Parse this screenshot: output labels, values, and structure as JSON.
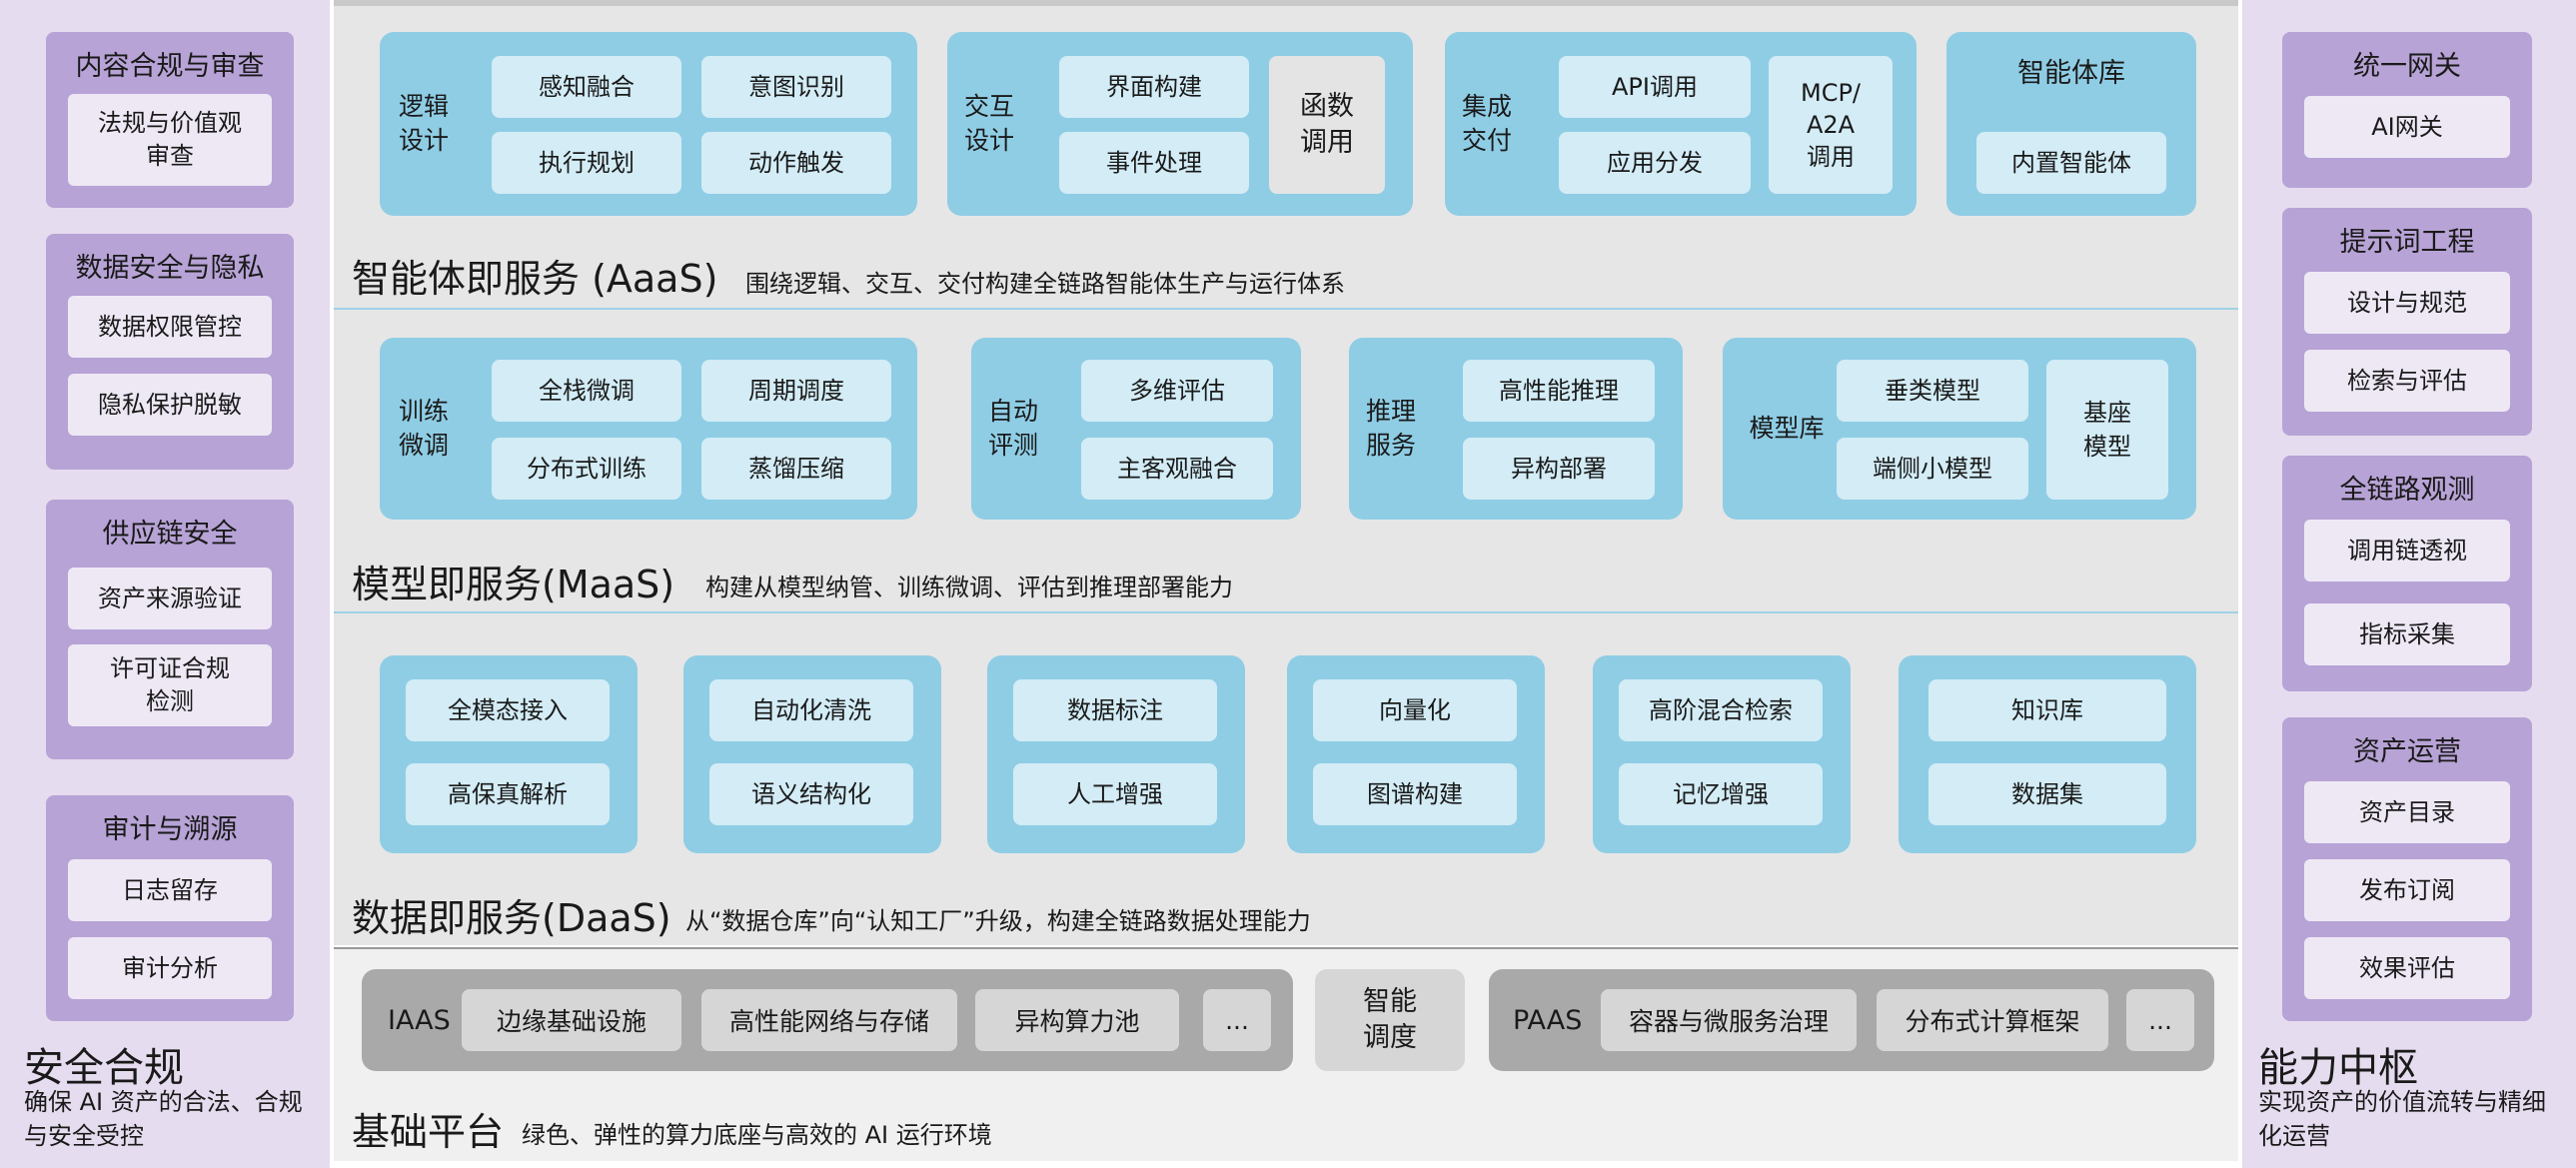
{
  "left": {
    "groups": [
      {
        "title": "内容合规与审查",
        "items": [
          "法规与价值观\n审查"
        ]
      },
      {
        "title": "数据安全与隐私",
        "items": [
          "数据权限管控",
          "隐私保护脱敏"
        ]
      },
      {
        "title": "供应链安全",
        "items": [
          "资产来源验证",
          "许可证合规\n检测"
        ]
      },
      {
        "title": "审计与溯源",
        "items": [
          "日志留存",
          "审计分析"
        ]
      }
    ],
    "footer_title": "安全合规",
    "footer_desc": "确保 AI 资产的合法、合规与安全受控"
  },
  "right": {
    "groups": [
      {
        "title": "统一网关",
        "items": [
          "AI网关"
        ]
      },
      {
        "title": "提示词工程",
        "items": [
          "设计与规范",
          "检索与评估"
        ]
      },
      {
        "title": "全链路观测",
        "items": [
          "调用链透视",
          "指标采集"
        ]
      },
      {
        "title": "资产运营",
        "items": [
          "资产目录",
          "发布订阅",
          "效果评估"
        ]
      }
    ],
    "footer_title": "能力中枢",
    "footer_desc": "实现资产的价值流转与精细化运营"
  },
  "aaas": {
    "title": "智能体即服务 (AaaS)",
    "desc": "围绕逻辑、交互、交付构建全链路智能体生产与运行体系",
    "blocks": [
      {
        "label": "逻辑\n设计",
        "items": [
          "感知融合",
          "意图识别",
          "执行规划",
          "动作触发"
        ]
      },
      {
        "label": "交互\n设计",
        "items": [
          "界面构建",
          "事件处理"
        ],
        "side": "函数\n调用"
      },
      {
        "label": "集成\n交付",
        "items": [
          "API调用",
          "应用分发"
        ],
        "side": "MCP/\nA2A\n调用"
      },
      {
        "label": "智能体库",
        "items": [
          "内置智能体"
        ]
      }
    ]
  },
  "maas": {
    "title": "模型即服务(MaaS)",
    "desc": "构建从模型纳管、训练微调、评估到推理部署能力",
    "blocks": [
      {
        "label": "训练\n微调",
        "items": [
          "全栈微调",
          "周期调度",
          "分布式训练",
          "蒸馏压缩"
        ]
      },
      {
        "label": "自动\n评测",
        "items": [
          "多维评估",
          "主客观融合"
        ]
      },
      {
        "label": "推理\n服务",
        "items": [
          "高性能推理",
          "异构部署"
        ]
      },
      {
        "label": "模型库",
        "items": [
          "垂类模型",
          "端侧小模型"
        ],
        "side": "基座\n模型"
      }
    ]
  },
  "daas": {
    "title": "数据即服务(DaaS)",
    "desc": "从“数据仓库”向“认知工厂”升级，构建全链路数据处理能力",
    "blocks": [
      {
        "items": [
          "全模态接入",
          "高保真解析"
        ]
      },
      {
        "items": [
          "自动化清洗",
          "语义结构化"
        ]
      },
      {
        "items": [
          "数据标注",
          "人工增强"
        ]
      },
      {
        "items": [
          "向量化",
          "图谱构建"
        ]
      },
      {
        "items": [
          "高阶混合检索",
          "记忆增强"
        ]
      },
      {
        "items": [
          "知识库",
          "数据集"
        ]
      }
    ]
  },
  "base": {
    "title": "基础平台",
    "desc": "绿色、弹性的算力底座与高效的 AI 运行环境",
    "iaas_label": "IAAS",
    "iaas_items": [
      "边缘基础设施",
      "高性能网络与存储",
      "异构算力池",
      "..."
    ],
    "scheduler": "智能\n调度",
    "paas_label": "PAAS",
    "paas_items": [
      "容器与微服务治理",
      "分布式计算框架",
      "..."
    ]
  },
  "colors": {
    "side_bg": "#e6dcef",
    "side_group": "#b7a3d6",
    "band_bg": "#e6e6e6",
    "block_blue": "#8fcde5",
    "pill_blue": "#d3ecf6",
    "base_bar": "#a9a9a9"
  }
}
